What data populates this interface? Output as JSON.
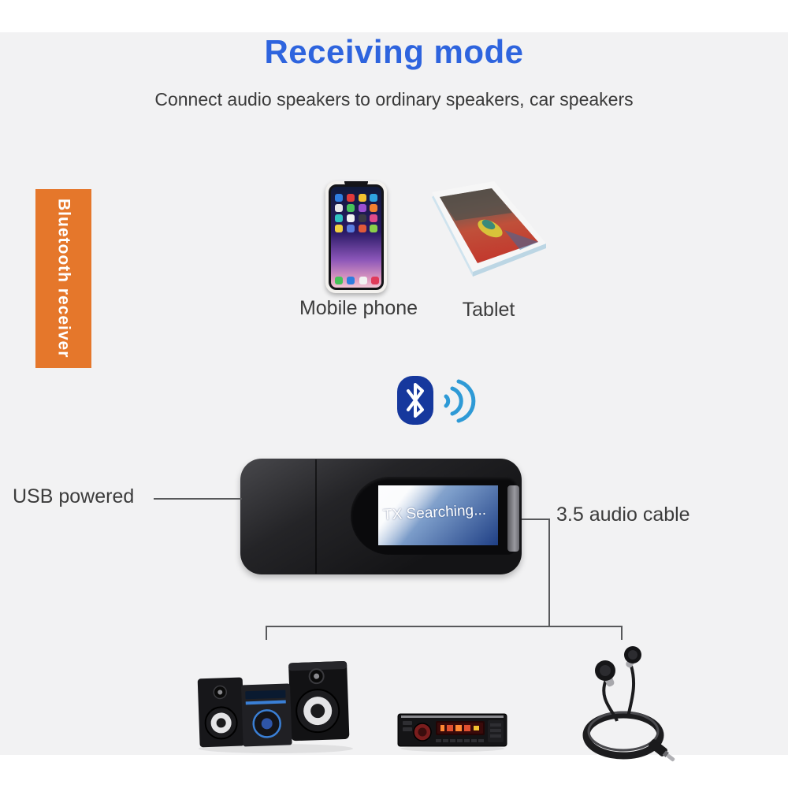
{
  "header": {
    "title": "Receiving mode",
    "subtitle": "Connect audio speakers to ordinary speakers, car speakers"
  },
  "side_tag": {
    "label": "Bluetooth receiver"
  },
  "source_devices": {
    "phone_label": "Mobile phone",
    "tablet_label": "Tablet"
  },
  "receiver": {
    "lcd_text": "TX Searching..."
  },
  "annotations": {
    "usb_label": "USB powered",
    "cable_label": "3.5 audio cable"
  },
  "icons": {
    "bluetooth": "bluetooth-icon",
    "signal_waves": "signal-waves-icon",
    "phone": "mobile-phone-image",
    "tablet": "tablet-image",
    "receiver": "usb-receiver-image",
    "stereo": "stereo-system-image",
    "car_stereo": "car-stereo-image",
    "earphones": "earphones-image"
  },
  "colors": {
    "title": "#2e64de",
    "subtitle_text": "#3a3a3a",
    "tag_bg": "#e5772b",
    "tag_text": "#ffffff",
    "panel_bg": "#f2f2f3",
    "bluetooth_badge": "#16389d",
    "signal_waves": "#2e9ad6",
    "lcd_dark": "#1f3f85",
    "lcd_light": "#cdd9ea",
    "connector_line": "#58595b",
    "label_text": "#3c3c3c"
  }
}
